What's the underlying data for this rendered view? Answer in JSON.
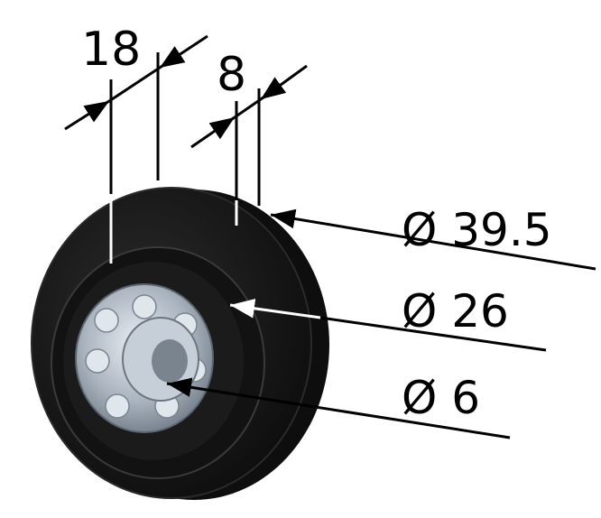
{
  "dimensions": {
    "width_total": "18",
    "width_tread": "8",
    "diameter_outer": "Ø 39.5",
    "diameter_hub": "Ø 26",
    "diameter_bore": "Ø 6"
  },
  "colors": {
    "tire": "#161616",
    "tire_highlight": "#3a3a3a",
    "bearing": "#b8c2cc",
    "line": "#000000",
    "inner_line": "#ffffff"
  }
}
